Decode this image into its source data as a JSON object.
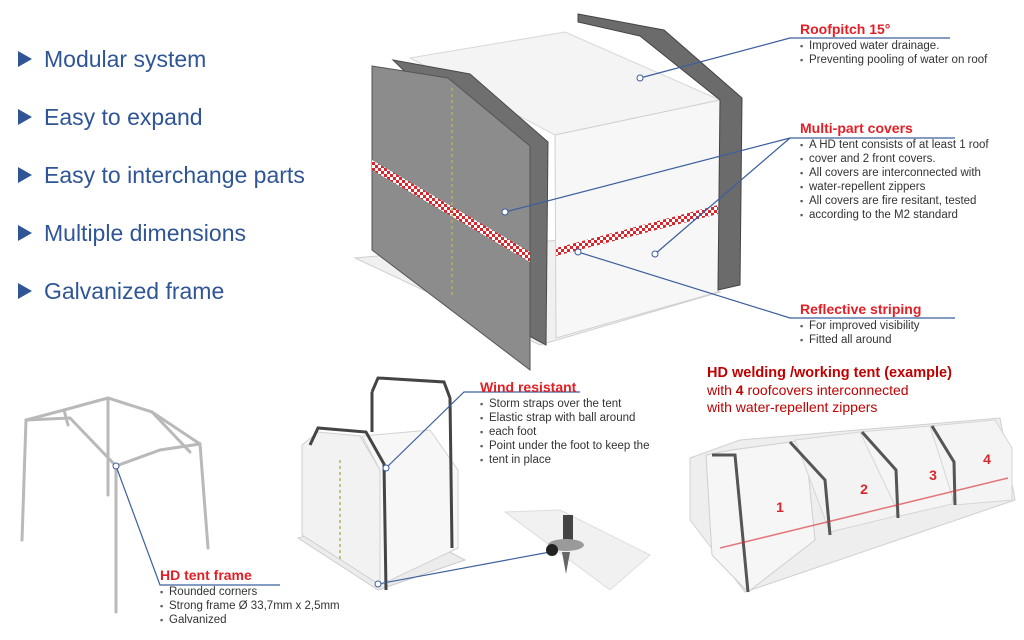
{
  "features": [
    "Modular system",
    "Easy to expand",
    "Easy to interchange parts",
    "Multiple dimensions",
    "Galvanized frame"
  ],
  "callouts": {
    "roofpitch": {
      "title": "Roofpitch 15°",
      "items": [
        "Improved water drainage.",
        "Preventing pooling of water on roof"
      ]
    },
    "covers": {
      "title": "Multi-part covers",
      "items": [
        "A HD tent consists of at least 1 roof",
        "cover and 2 front covers.",
        "All covers are interconnected with",
        "water-repellent zippers",
        "All covers are fire resitant, tested",
        "according to the M2 standard"
      ]
    },
    "striping": {
      "title": "Reflective striping",
      "items": [
        "For improved visibility",
        "Fitted all around"
      ]
    },
    "wind": {
      "title": "Wind resistant",
      "items": [
        "Storm straps over the tent",
        "Elastic strap with ball around",
        "each foot",
        "Point under the foot to keep the",
        "tent in place"
      ]
    },
    "frame": {
      "title": "HD tent frame",
      "items": [
        "Rounded corners",
        "Strong frame Ø 33,7mm x 2,5mm",
        "Galvanized"
      ]
    }
  },
  "example": {
    "title": "HD welding /working tent (example)",
    "line2_pre": "with ",
    "line2_num": "4",
    "line2_post": " roofcovers interconnected",
    "line3": "with water-repellent zippers",
    "sections": [
      "1",
      "2",
      "3",
      "4"
    ]
  },
  "colors": {
    "accent_blue": "#2f5597",
    "accent_red": "#e31f26",
    "dark_red": "#c00000"
  }
}
